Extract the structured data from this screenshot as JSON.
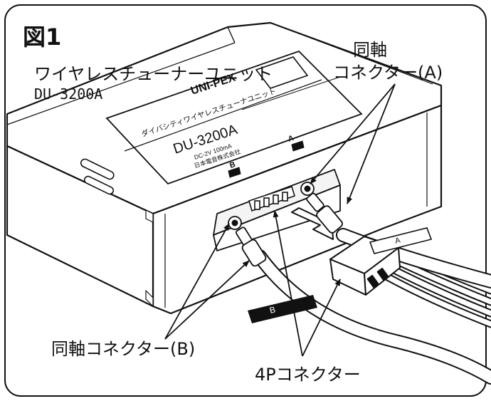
{
  "figure": {
    "title": "図1",
    "product_name": "ワイヤレスチューナーユニット",
    "product_model": "DU-3200A"
  },
  "device_panel": {
    "brand": "UNI-PEX",
    "subtitle": "ダイバシティワイヤレスチューナユニット",
    "model": "DU-3200A",
    "rating": "DC-2V 100mA",
    "maker": "日本電音株式会社",
    "port_a": "A",
    "port_b": "B"
  },
  "cable_tags": {
    "a": "A",
    "b": "B"
  },
  "callouts": {
    "coax_a_line1": "同軸",
    "coax_a_line2": "コネクター(A)",
    "coax_b": "同軸コネクター(B)",
    "connector_4p": "4Pコネクター"
  }
}
